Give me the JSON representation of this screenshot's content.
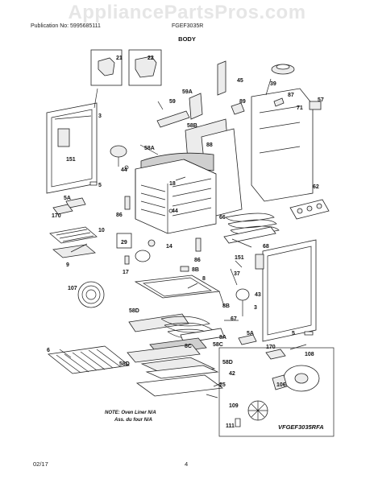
{
  "watermark": "AppliancePartsPros.com",
  "header": {
    "publication": "Publication No: 5995685111",
    "model": "FGEF3035R",
    "section_title": "BODY"
  },
  "footer": {
    "date": "02/17",
    "page_number": "4"
  },
  "diagram": {
    "note_line1": "NOTE: Oven Liner N/A",
    "note_line2": "Ass. du four N/A",
    "figure_code": "VFGEF3035RFA",
    "part_labels": {
      "p21": "21",
      "p22": "22",
      "p45": "45",
      "p39": "39",
      "p59A": "59A",
      "p59": "59",
      "p89": "89",
      "p87": "87",
      "p57": "57",
      "p71": "71",
      "p3_left": "3",
      "p58B": "58B",
      "p88": "88",
      "p151_left": "151",
      "p58A": "58A",
      "p44_a": "44",
      "p5": "5",
      "p18": "18",
      "p62": "62",
      "p5A_left": "5A",
      "p170_left": "170",
      "p86_a": "86",
      "p44_b": "44",
      "p66": "66",
      "p10": "10",
      "p9": "9",
      "p29": "29",
      "p14": "14",
      "p68": "68",
      "p17": "17",
      "p86_b": "86",
      "p151_right": "151",
      "p8B_a": "8B",
      "p8": "8",
      "p37": "37",
      "p107": "107",
      "p43": "43",
      "p8B_b": "8B",
      "p3_right": "3",
      "p58D_a": "58D",
      "p67": "67",
      "p8A": "8A",
      "p5A_right": "5A",
      "p5_right": "5",
      "p6": "6",
      "p8C": "8C",
      "p58C": "58C",
      "p170_right": "170",
      "p108": "108",
      "p58D_b": "58D",
      "p58D_c": "58D",
      "p42": "42",
      "p25": "25",
      "p106": "106",
      "p109": "109",
      "p111": "111"
    }
  }
}
